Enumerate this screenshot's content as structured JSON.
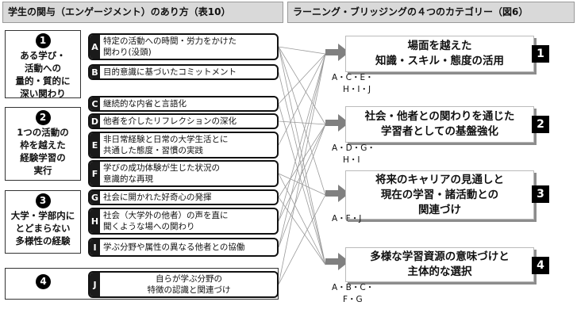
{
  "header_left": "学生の関与（エンゲージメント）のあり方（表10）",
  "header_right": "ラーニング・ブリッジングの４つのカテゴリー（図6）",
  "categories": [
    {
      "num": "1",
      "lines": [
        "ある学び・",
        "活動への",
        "量的・質的に",
        "深い関わり"
      ]
    },
    {
      "num": "2",
      "lines": [
        "1つの活動の",
        "枠を越えた",
        "経験学習の",
        "実行"
      ]
    },
    {
      "num": "3",
      "lines": [
        "大学・学部内に",
        "とどまらない",
        "多様性の経験"
      ]
    },
    {
      "num": "4",
      "lines": []
    }
  ],
  "items": [
    {
      "letter": "A",
      "lines": [
        "特定の活動への時間・労力をかけた",
        "関わり(没頭)"
      ]
    },
    {
      "letter": "B",
      "lines": [
        "目的意識に基づいたコミットメント"
      ]
    },
    {
      "letter": "C",
      "lines": [
        "継続的な内省と言語化"
      ]
    },
    {
      "letter": "D",
      "lines": [
        "他者を介したリフレクションの深化"
      ]
    },
    {
      "letter": "E",
      "lines": [
        "非日常経験と日常の大学生活とに",
        "共通した態度・習慣の実践"
      ]
    },
    {
      "letter": "F",
      "lines": [
        "学びの成功体験が生じた状況の",
        "意識的な再現"
      ]
    },
    {
      "letter": "G",
      "lines": [
        "社会に開かれた好奇心の発揮"
      ]
    },
    {
      "letter": "H",
      "lines": [
        "社会（大学外の他者）の声を直に",
        "聞くような場への関わり"
      ]
    },
    {
      "letter": "I",
      "lines": [
        "学ぶ分野や属性の異なる他者との協働"
      ]
    },
    {
      "letter": "J",
      "lines": [
        "自らが学ぶ分野の",
        "特徴の認識と関連づけ"
      ]
    }
  ],
  "outcomes": [
    {
      "num": "1",
      "lines": [
        "場面を越えた",
        "知識・スキル・態度の活用"
      ],
      "labels": [
        "A・C・E・",
        "H・I・J"
      ]
    },
    {
      "num": "2",
      "lines": [
        "社会・他者との関わりを通じた",
        "学習者としての基盤強化"
      ],
      "labels": [
        "A・D・G・",
        "H・I"
      ]
    },
    {
      "num": "3",
      "lines": [
        "将来のキャリアの見通しと",
        "現在の学習・諸活動との",
        "関連づけ"
      ],
      "labels": [
        "A・F・J"
      ]
    },
    {
      "num": "4",
      "lines": [
        "多様な学習資源の意味づけと",
        "主体的な選択"
      ],
      "labels": [
        "A・B・C・",
        "F・G"
      ]
    }
  ],
  "colors": {
    "header_bg": "#d9d9d9",
    "badge": "#000000",
    "arrow": "#808080",
    "connector": "#9a9a9a"
  }
}
